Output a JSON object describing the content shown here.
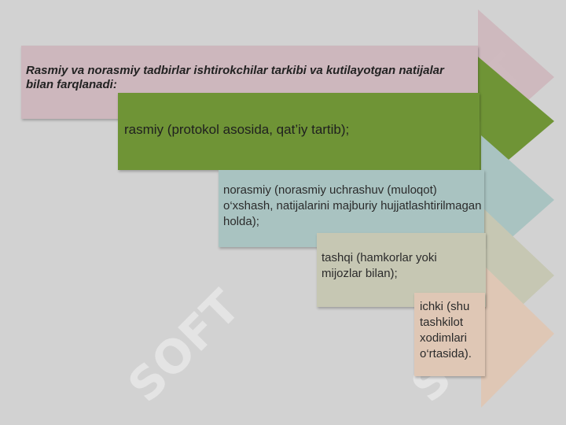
{
  "title": "Rasmiy va norasmiy tadbirlar ishtirokchilar tarkibi va kutilayotgan natijalar bilan farqlanadi:",
  "steps": [
    {
      "text": "rasmiy (protokol asosida, qat’iy tartib);",
      "color": "#6f9436"
    },
    {
      "text": "norasmiy (norasmiy uchrashuv (muloqot) o‘xshash, natijalarini majburiy hujjatlashtirilmagan holda);",
      "color": "#a9c3c1"
    },
    {
      "text": "tashqi (hamkorlar yoki mijozlar bilan);",
      "color": "#c6c7b3"
    },
    {
      "text": "ichki (shu tashkilot xodimlari o‘rtasida).",
      "color": "#dfc7b5"
    }
  ],
  "colors": {
    "title_band": "#cdb7bd",
    "background": "#d2d2d2"
  },
  "watermark": "SOFT"
}
